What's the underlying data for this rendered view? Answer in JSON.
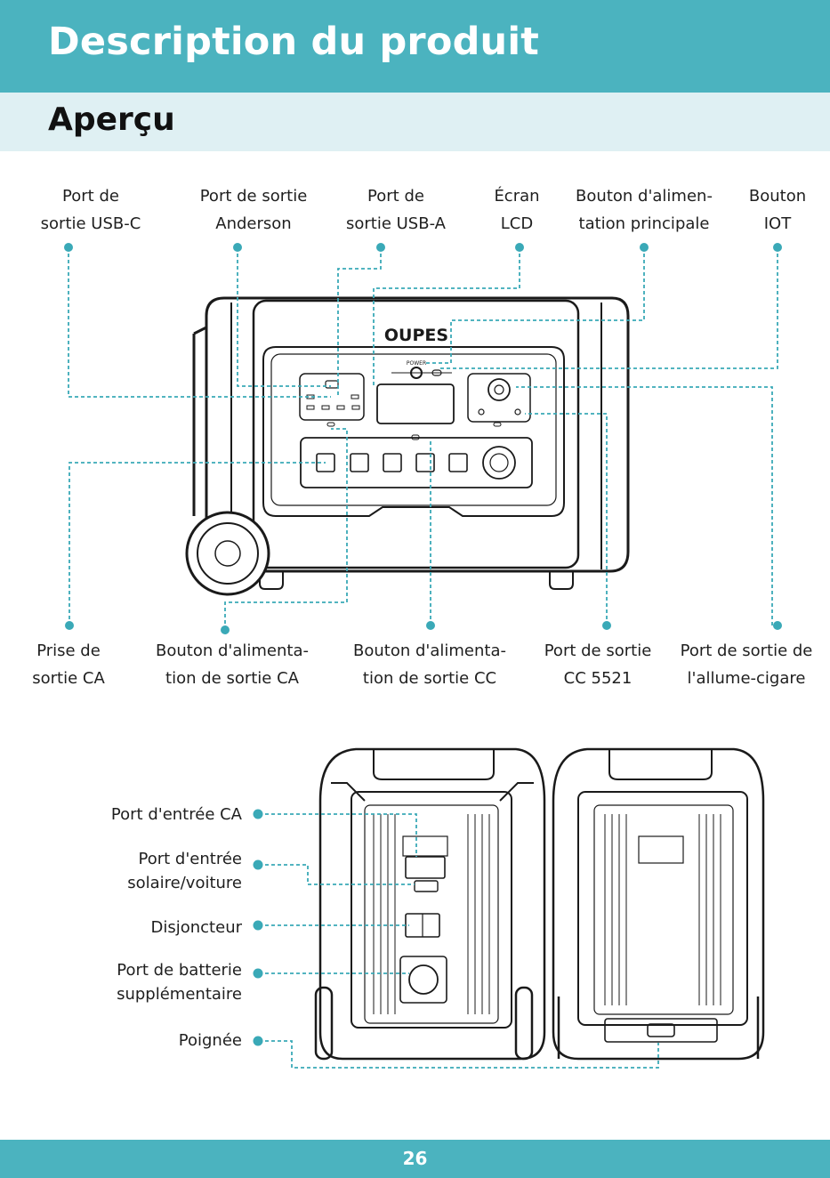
{
  "header": {
    "title": "Description du produit"
  },
  "section": {
    "title": "Aperçu"
  },
  "brand": {
    "logo": "OUPES",
    "power_label": "POWER"
  },
  "top_labels": [
    {
      "line1": "Port de",
      "line2": "sortie USB-C"
    },
    {
      "line1": "Port de sortie",
      "line2": "Anderson"
    },
    {
      "line1": "Port de",
      "line2": "sortie USB-A"
    },
    {
      "line1": "Écran",
      "line2": "LCD"
    },
    {
      "line1": "Bouton d'alimen-",
      "line2": "tation principale"
    },
    {
      "line1": "Bouton",
      "line2": "IOT"
    }
  ],
  "bottom_labels": [
    {
      "line1": "Prise de",
      "line2": "sortie CA"
    },
    {
      "line1": "Bouton d'alimenta-",
      "line2": "tion de sortie CA"
    },
    {
      "line1": "Bouton d'alimenta-",
      "line2": "tion de sortie CC"
    },
    {
      "line1": "Port de sortie",
      "line2": "CC 5521"
    },
    {
      "line1": "Port de sortie de",
      "line2": "l'allume-cigare"
    }
  ],
  "rear_labels": [
    {
      "line1": "Port d'entrée CA",
      "line2": ""
    },
    {
      "line1": "Port d'entrée",
      "line2": "solaire/voiture"
    },
    {
      "line1": "Disjoncteur",
      "line2": ""
    },
    {
      "line1": "Port de batterie",
      "line2": "supplémentaire"
    },
    {
      "line1": "Poignée",
      "line2": ""
    }
  ],
  "footer": {
    "page_number": "26"
  },
  "colors": {
    "accent": "#4bb3bf",
    "accent_light": "#dff0f3",
    "leader": "#3aa9b7",
    "ink": "#1f1f1f"
  }
}
